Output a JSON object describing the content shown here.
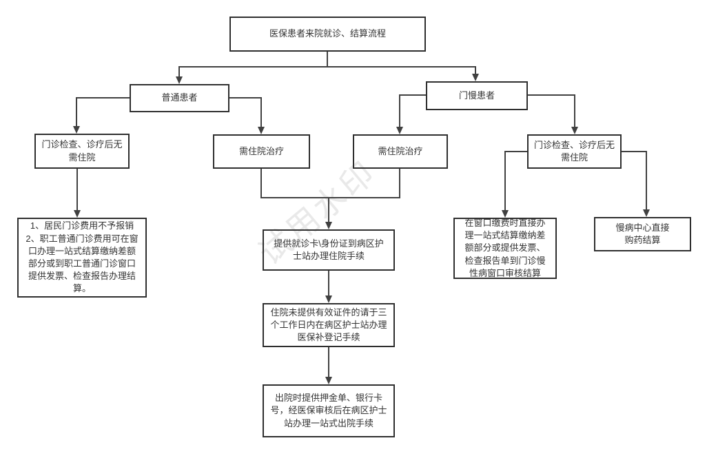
{
  "diagram": {
    "type": "flowchart",
    "title": "医保患者来院就诊、结算流程"
  },
  "watermark": {
    "text": "试用水印",
    "color": "#e9e9e9"
  },
  "colors": {
    "box_border": "#2e2e2e",
    "connector": "#404040",
    "text": "#333333",
    "background": "#ffffff"
  },
  "nodes": {
    "root": {
      "label": "医保患者来院就诊、结算流程"
    },
    "ordinary": {
      "label": "普通患者"
    },
    "chronic": {
      "label": "门慢患者"
    },
    "ord_no_admission": {
      "label": "门诊检查、诊疗后无需住院"
    },
    "ord_admission": {
      "label": "需住院治疗"
    },
    "chronic_admission": {
      "label": "需住院治疗"
    },
    "chronic_no_admission": {
      "label": "门诊检查、诊疗后无需住院"
    },
    "ord_settle_note": {
      "label": "1、居民门诊费用不予报销\n2、职工普通门诊费用可在窗口办理一站式结算缴纳差额部分或到职工普通门诊窗口提供发票、检查报告办理结算。"
    },
    "admission_procedure": {
      "label": "提供就诊卡\\身份证到病区护士站办理住院手续"
    },
    "medicare_registration": {
      "label": "住院未提供有效证件的请于三个工作日内在病区护士站办理医保补登记手续"
    },
    "discharge_procedure": {
      "label": "出院时提供押金单、银行卡号，经医保审核后在病区护士站办理一站式出院手续"
    },
    "window_settlement": {
      "label": "在窗口缴费时直接办理一站式结算缴纳差额部分或提供发票、检查报告单到门诊慢性病窗口审核结算"
    },
    "pharmacy_settlement": {
      "label": "慢病中心直接\n购药结算"
    }
  }
}
